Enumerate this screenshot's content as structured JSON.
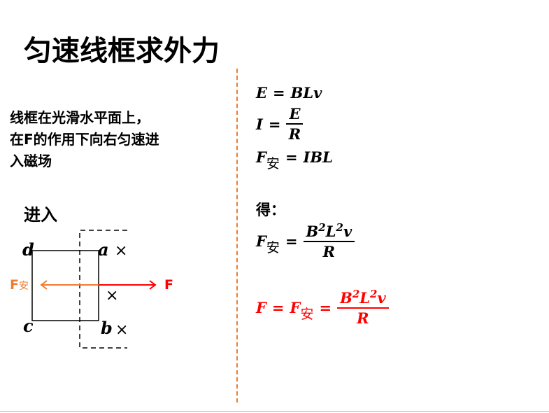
{
  "title": "匀速线框求外力",
  "description": [
    "线框在光滑水平面上，",
    "在F的作用下向右匀速进",
    "入磁场"
  ],
  "diagram": {
    "heading": "进入",
    "corners": {
      "a": "a",
      "b": "b",
      "c": "c",
      "d": "d"
    },
    "force_applied": "F",
    "force_ampere": "F",
    "force_ampere_sub": "安",
    "field_mark": "×",
    "colors": {
      "applied": "#ff0000",
      "ampere": "#ed7d31",
      "divider": "#ed7d31"
    }
  },
  "equations": {
    "e1": {
      "lhs": "E",
      "op": "=",
      "rhs": "BLv"
    },
    "e2": {
      "lhs": "I",
      "op": "=",
      "num": "E",
      "den": "R"
    },
    "e3": {
      "lhs": "F",
      "sub": "安",
      "op": "=",
      "rhs": "IBL"
    },
    "got": "得：",
    "e4": {
      "lhs": "F",
      "sub": "安",
      "op": "=",
      "num_b": "B",
      "num_l": "L",
      "exp": "2",
      "num_v": "v",
      "den": "R"
    },
    "e5": {
      "lhs": "F",
      "op": "=",
      "mid": "F",
      "sub": "安",
      "op2": "=",
      "num_b": "B",
      "num_l": "L",
      "exp": "2",
      "num_v": "v",
      "den": "R"
    }
  }
}
